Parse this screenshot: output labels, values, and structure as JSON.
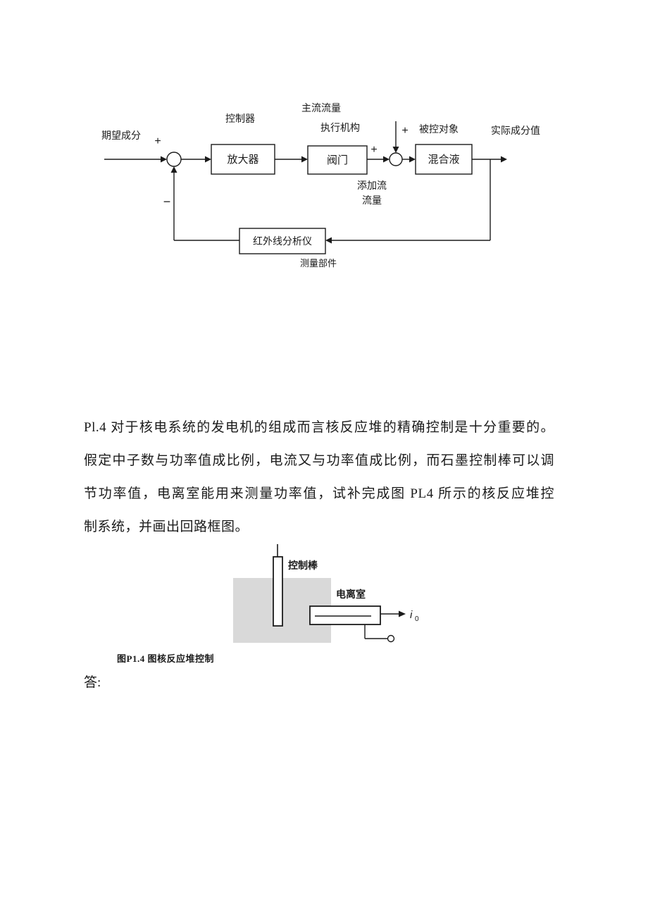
{
  "document": {
    "answer_label": "答:"
  },
  "problem": {
    "lines": [
      "Pl.4 对于核电系统的发电机的组成而言核反应堆的精确控制是十分重要的。",
      "假定中子数与功率值成比例，电流又与功率值成比例，而石墨控制棒可以调",
      "节功率值，电离室能用来测量功率值，试补完成图 PL4 所示的核反应堆控",
      "制系统，并画出回路框图。"
    ]
  },
  "block_diagram": {
    "labels": {
      "main_flow": "主流流量",
      "controller": "控制器",
      "actuator": "执行机构",
      "plant": "被控对象",
      "output": "实际成分值",
      "input": "期望成分",
      "amplifier": "放大器",
      "valve": "阀门",
      "mixer": "混合液",
      "added_flow_line1": "添加流",
      "added_flow_line2": "流量",
      "sensor": "红外线分析仪",
      "measurement": "测量部件",
      "plus_input": "+",
      "plus_valve": "+",
      "plus_main": "+",
      "minus_feedback": "−"
    }
  },
  "reactor_figure": {
    "control_rod_label": "控制棒",
    "ion_chamber_label": "电离室",
    "current_symbol": "i",
    "current_subscript": "0",
    "caption": "图P1.4 图核反应堆控制"
  }
}
